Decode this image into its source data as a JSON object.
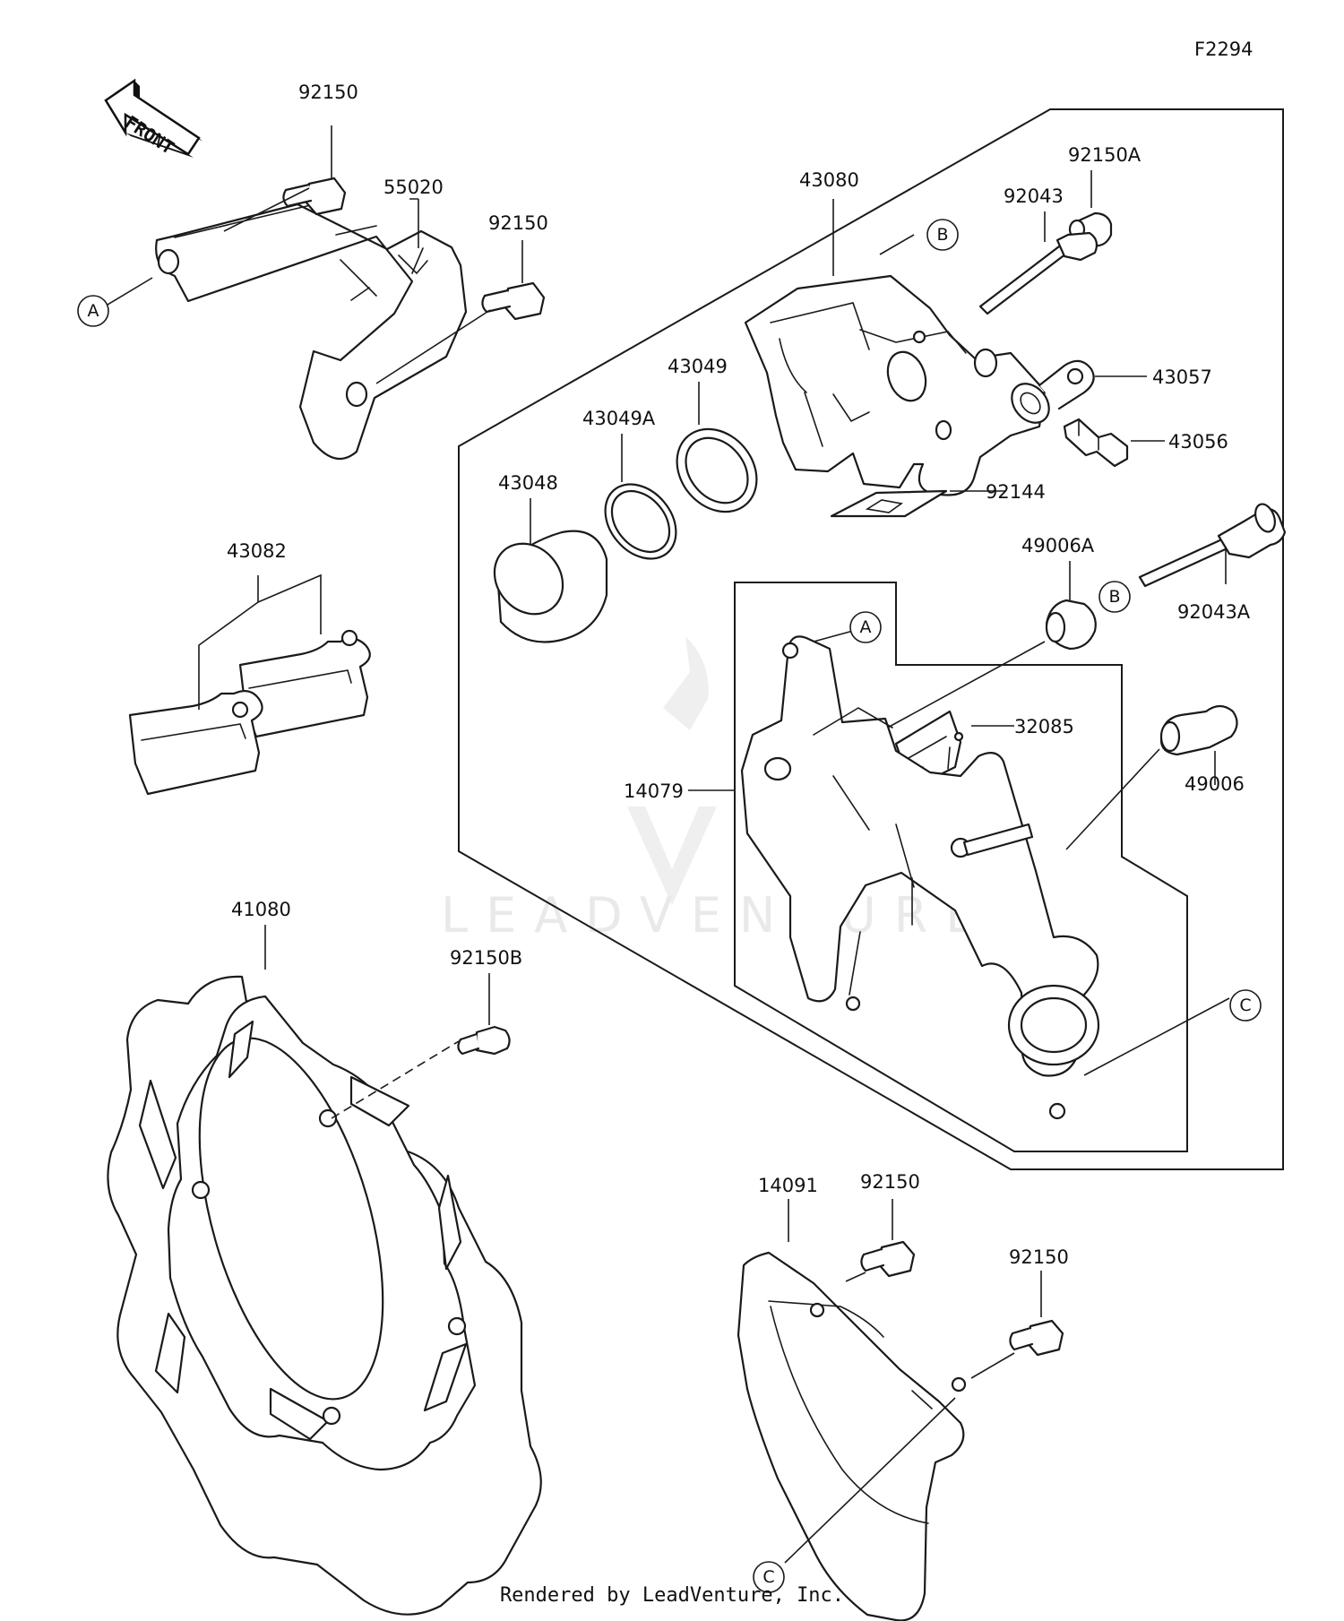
{
  "figure_code": "F2294",
  "front_label": "FRONT",
  "watermark": "LEADVENTURE",
  "footer": "Rendered by LeadVenture, Inc.",
  "parts": {
    "p92150_bracket_top": "92150",
    "p55020": "55020",
    "p92150_bracket_right": "92150",
    "p43080": "43080",
    "p92150A": "92150A",
    "p92043": "92043",
    "p43057": "43057",
    "p43056": "43056",
    "p43049": "43049",
    "p43049A": "43049A",
    "p43048": "43048",
    "p92144": "92144",
    "p43082": "43082",
    "p49006A": "49006A",
    "p92043A": "92043A",
    "p32085": "32085",
    "p14079": "14079",
    "p49006": "49006",
    "p41080": "41080",
    "p92150B": "92150B",
    "p14091": "14091",
    "p92150_guard_left": "92150",
    "p92150_guard_right": "92150"
  },
  "refs": {
    "a_bracket": "A",
    "a_holder": "A",
    "b_caliper": "B",
    "b_pin": "B",
    "c_holder": "C",
    "c_guard": "C"
  }
}
